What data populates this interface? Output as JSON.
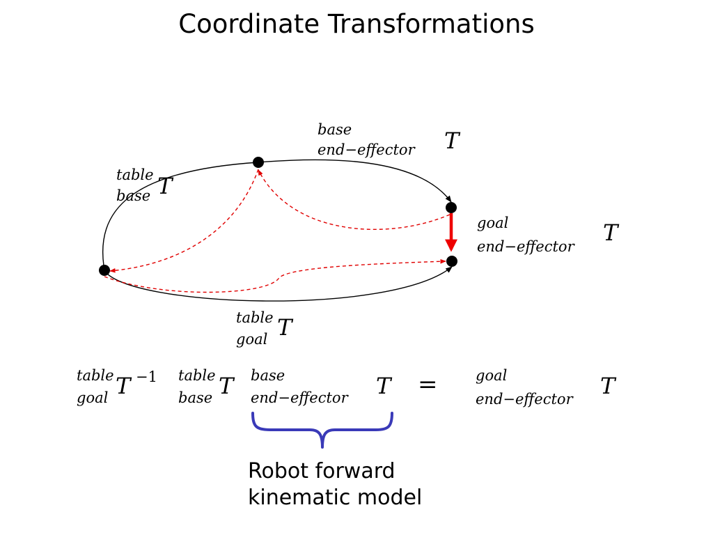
{
  "slide": {
    "title": "Coordinate Transformations"
  },
  "diagram": {
    "symbol": "T",
    "labels": {
      "table_base": {
        "sup": "table",
        "sub": "base"
      },
      "base_endeffector": {
        "sup": "base",
        "sub": "end−effector"
      },
      "goal_endeffector": {
        "sup": "goal",
        "sub": "end−effector"
      },
      "table_goal": {
        "sup": "table",
        "sub": "goal"
      }
    }
  },
  "equation": {
    "symbol": "T",
    "inverse_exponent": "−1",
    "equals": "=",
    "term1": {
      "sup": "table",
      "sub": "goal"
    },
    "term2": {
      "sup": "table",
      "sub": "base"
    },
    "term3": {
      "sup": "base",
      "sub": "end−effector"
    },
    "rhs": {
      "sup": "goal",
      "sub": "end−effector"
    }
  },
  "caption": {
    "line1": "Robot forward",
    "line2": "kinematic model"
  },
  "colors": {
    "frame_path": "#000000",
    "dashed_path": "#e00000",
    "error_arrow": "#ee0000",
    "brace": "#3a3ab8"
  }
}
